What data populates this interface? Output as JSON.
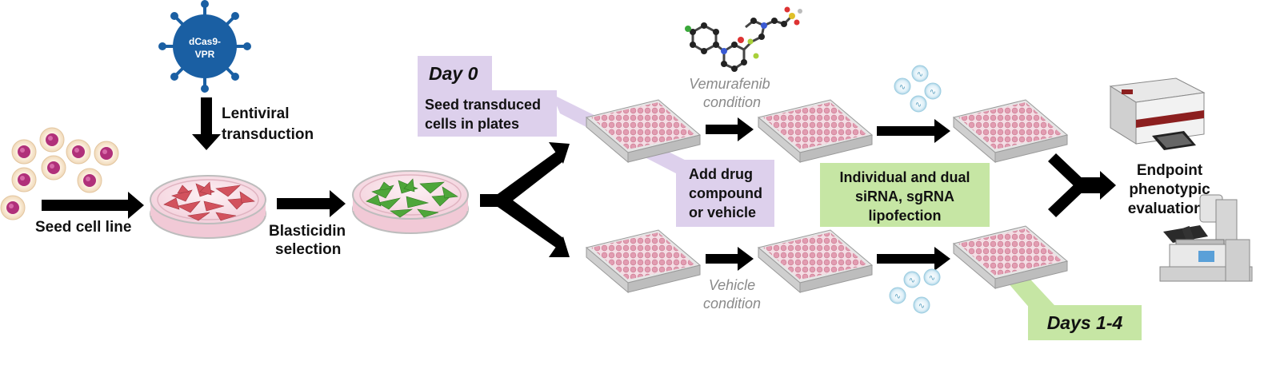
{
  "labels": {
    "virus_line1": "dCas9-",
    "virus_line2": "VPR",
    "transduction_line1": "Lentiviral",
    "transduction_line2": "transduction",
    "seed_cell_line": "Seed cell line",
    "selection_line1": "Blasticidin",
    "selection_line2": "selection",
    "vemurafenib_line1": "Vemurafenib",
    "vemurafenib_line2": "condition",
    "vehicle_line1": "Vehicle",
    "vehicle_line2": "condition",
    "endpoint_line1": "Endpoint",
    "endpoint_line2": "phenotypic",
    "endpoint_line3": "evaluations"
  },
  "boxes": {
    "day0": "Day 0",
    "seed_plates_line1": "Seed transduced",
    "seed_plates_line2": "cells in plates",
    "drug_line1": "Add drug",
    "drug_line2": "compound",
    "drug_line3": "or vehicle",
    "lipo_line1": "Individual and dual",
    "lipo_line2": "siRNA, sgRNA",
    "lipo_line3": "lipofection",
    "days14": "Days 1-4"
  },
  "colors": {
    "purple_box": "#ddd0ec",
    "green_box": "#c6e6a4",
    "virus": "#1a5fa3",
    "cell_pink": "#b0307a",
    "plate_well": "#e7a3b5",
    "dish_red_cells": "#d2525d",
    "dish_green_cells": "#4ea63a",
    "arrow": "#000000"
  }
}
